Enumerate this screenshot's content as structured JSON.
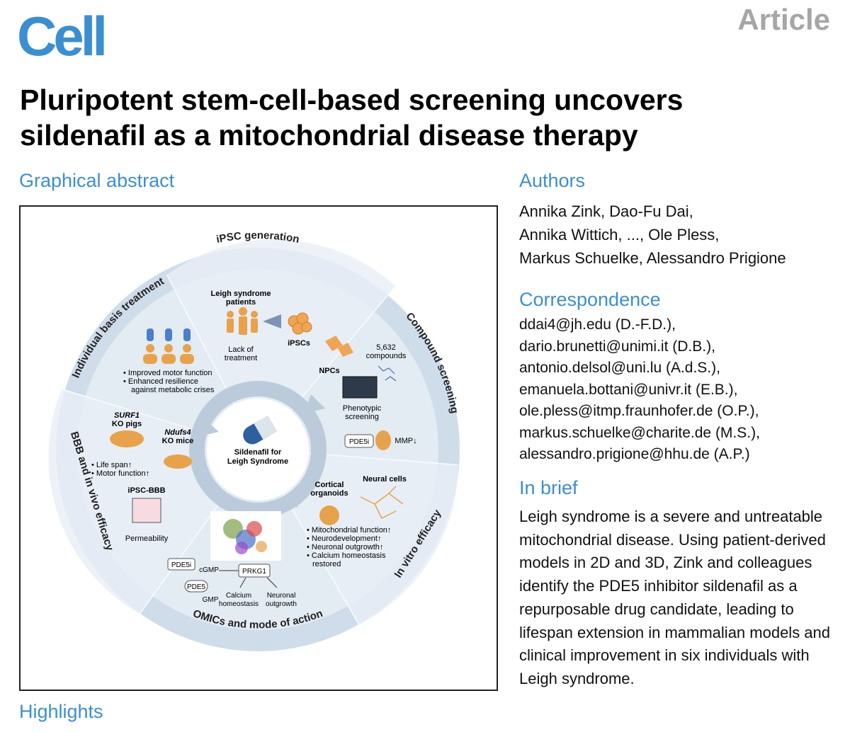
{
  "header": {
    "journal": "Cell",
    "article_type": "Article",
    "title_line1": "Pluripotent stem-cell-based screening uncovers",
    "title_line2": "sildenafil as a mitochondrial disease therapy"
  },
  "sections": {
    "graphical_abstract": "Graphical abstract",
    "authors": "Authors",
    "correspondence": "Correspondence",
    "in_brief": "In brief",
    "highlights": "Highlights"
  },
  "authors": [
    "Annika Zink, Dao-Fu Dai,",
    "Annika Wittich, ..., Ole Pless,",
    "Markus Schuelke, Alessandro Prigione"
  ],
  "correspondence": [
    "ddai4@jh.edu (D.-F.D.),",
    "dario.brunetti@unimi.it (D.B.),",
    "antonio.delsol@uni.lu (A.d.S.),",
    "emanuela.bottani@univr.it (E.B.),",
    "ole.pless@itmp.fraunhofer.de (O.P.),",
    "markus.schuelke@charite.de (M.S.),",
    "alessandro.prigione@hhu.de (A.P.)"
  ],
  "in_brief": "Leigh syndrome is a severe and untreatable mitochondrial disease. Using patient-derived models in 2D and 3D, Zink and colleagues identify the PDE5 inhibitor sildenafil as a repurposable drug candidate, leading to lifespan extension in mammalian models and clinical improvement in six individuals with Leigh syndrome.",
  "graphical_abstract": {
    "center_label_1": "Sildenafil for",
    "center_label_2": "Leigh Syndrome",
    "ring_labels": {
      "ipsc_generation": "iPSC generation",
      "compound_screening": "Compound screening",
      "in_vitro_efficacy": "In vitro efficacy",
      "omics": "OMICs and mode of action",
      "bbb": "BBB and in vivo efficacy",
      "individual": "Individual basis treatment"
    },
    "ipsc": {
      "patients_1": "Leigh syndrome",
      "patients_2": "patients",
      "lack_1": "Lack of",
      "lack_2": "treatment",
      "ipscs": "iPSCs"
    },
    "screening": {
      "npcs": "NPCs",
      "compounds_1": "5,632",
      "compounds_2": "compounds",
      "pheno_1": "Phenotypic",
      "pheno_2": "screening",
      "pde5i": "PDE5i",
      "mmp": "MMP↓"
    },
    "invitro": {
      "organoids_1": "Cortical",
      "organoids_2": "organoids",
      "neural": "Neural cells",
      "bullets": [
        "Mitochondrial function↑",
        "Neurodevelopment↑",
        "Neuronal outgrowth↑",
        "Calcium homeostasis",
        "restored"
      ]
    },
    "omics": {
      "pde5i": "PDE5i",
      "pde5": "PDE5",
      "cgmp": "cGMP",
      "gmp": "GMP",
      "prkg1": "PRKG1",
      "calcium_1": "Calcium",
      "calcium_2": "homeostasis",
      "neuronal_1": "Neuronal",
      "neuronal_2": "outgrowth"
    },
    "bbb": {
      "surf1": "SURF1",
      "ko_pigs": "KO pigs",
      "ndufs4": "Ndufs4",
      "ko_mice": "KO mice",
      "life_span": "Life span↑",
      "motor": "Motor function↑",
      "ipsc_bbb": "iPSC-BBB",
      "permeability": "Permeability"
    },
    "individual": {
      "bullet1": "Improved motor function",
      "bullet2a": "Enhanced resilience",
      "bullet2b": "against metabolic crises"
    }
  }
}
